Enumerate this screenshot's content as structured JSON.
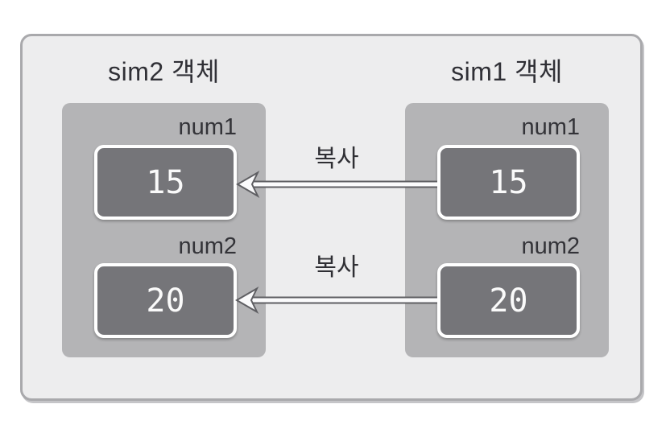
{
  "diagram": {
    "objects": [
      {
        "id": "sim2",
        "title": "sim2 객체",
        "fields": [
          {
            "name": "num1",
            "value": "15"
          },
          {
            "name": "num2",
            "value": "20"
          }
        ]
      },
      {
        "id": "sim1",
        "title": "sim1 객체",
        "fields": [
          {
            "name": "num1",
            "value": "15"
          },
          {
            "name": "num2",
            "value": "20"
          }
        ]
      }
    ],
    "arrows": [
      {
        "label": "복사",
        "from": "sim1.num1",
        "to": "sim2.num1",
        "direction": "right-to-left"
      },
      {
        "label": "복사",
        "from": "sim1.num2",
        "to": "sim2.num2",
        "direction": "right-to-left"
      }
    ],
    "colors": {
      "panel_bg": "#ededee",
      "panel_border": "#a9a9ac",
      "object_box_bg": "#b4b4b6",
      "value_box_bg": "#757579",
      "value_box_border": "#ffffff",
      "value_text": "#fafafa",
      "label_text": "#35353a",
      "arrow_stroke": "#5f5f63"
    }
  }
}
